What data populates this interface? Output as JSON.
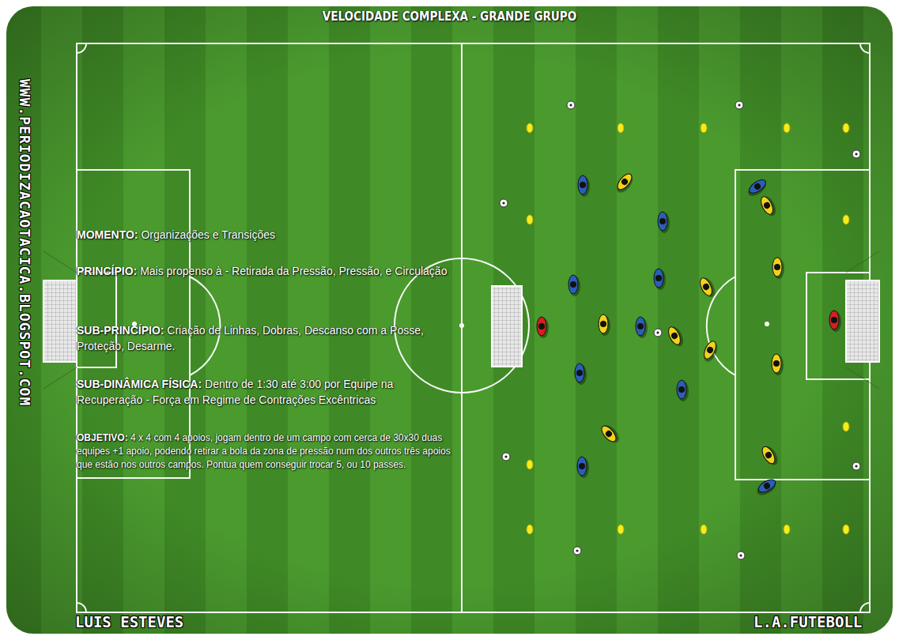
{
  "diagram": {
    "title": "VELOCIDADE COMPLEXA - GRANDE GRUPO",
    "labels": [
      "WWW.PERIODIZACAOTACICA.BLOGSPOT.COM",
      "MOMENTO:",
      "Organizações e Transições",
      "PRINCÍPIO:",
      "Mais propenso à - Retirada da Pressão, Pressão, e Circulação",
      "SUB-PRINCÍPIO:",
      "Criação de Linhas, Dobras, Descanso com a Posse, Proteção, Desarme.",
      "SUB-DINÂMICA FÍSICA:",
      "Dentro de 1:30 até 3:00 por Equipe na Recuperação - Força em Regime de Contrações Excêntricas",
      "OBJETIVO:",
      "4 x 4 com 4 apoios, jogam dentro de um campo com cerca de 30x30 duas equipes +1 apoio, podendo retirar a bola da zona de pressão num dos outros três apoios que estão nos outros campos. Pontua quem conseguir trocar 5, ou 10 passes.",
      "LUIS ESTEVES",
      "L.A.FUTEBOLL"
    ]
  }
}
